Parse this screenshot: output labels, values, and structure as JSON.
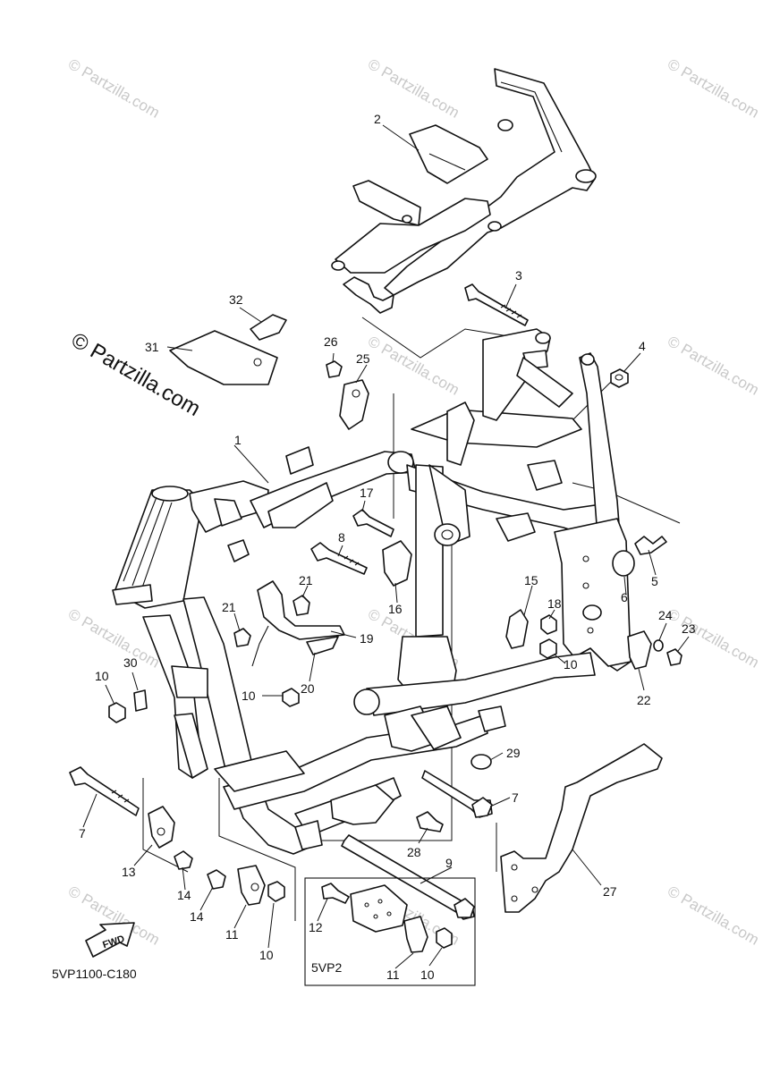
{
  "diagram": {
    "drawing_code": "5VP1100-C180",
    "inset_label": "5VP2",
    "fwd_label": "FWD",
    "watermark_main": "© Partzilla.com",
    "watermark_small": "© Partzilla.com",
    "callouts": [
      "1",
      "2",
      "3",
      "4",
      "5",
      "6",
      "7",
      "7",
      "8",
      "9",
      "10",
      "10",
      "10",
      "10",
      "10",
      "11",
      "11",
      "12",
      "13",
      "14",
      "14",
      "15",
      "16",
      "17",
      "18",
      "19",
      "20",
      "21",
      "21",
      "22",
      "23",
      "24",
      "25",
      "26",
      "27",
      "28",
      "29",
      "30",
      "31",
      "32"
    ]
  }
}
